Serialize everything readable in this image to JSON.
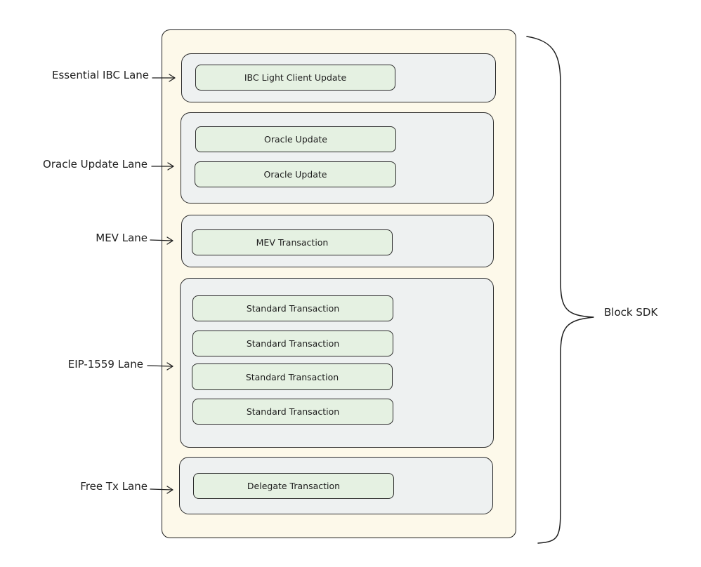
{
  "block": {
    "label": "Block SDK"
  },
  "lanes": [
    {
      "label": "Essential IBC Lane",
      "transactions": [
        "IBC Light Client Update"
      ]
    },
    {
      "label": "Oracle Update Lane",
      "transactions": [
        "Oracle Update",
        "Oracle Update"
      ]
    },
    {
      "label": "MEV Lane",
      "transactions": [
        "MEV Transaction"
      ]
    },
    {
      "label": "EIP-1559 Lane",
      "transactions": [
        "Standard Transaction",
        "Standard Transaction",
        "Standard Transaction",
        "Standard Transaction"
      ]
    },
    {
      "label": "Free Tx Lane",
      "transactions": [
        "Delegate Transaction"
      ]
    }
  ],
  "colors": {
    "block_fill": "#fdf9ea",
    "lane_fill": "#eef1f1",
    "transaction_fill": "#e5f1e2",
    "stroke": "#1e1e1e"
  }
}
